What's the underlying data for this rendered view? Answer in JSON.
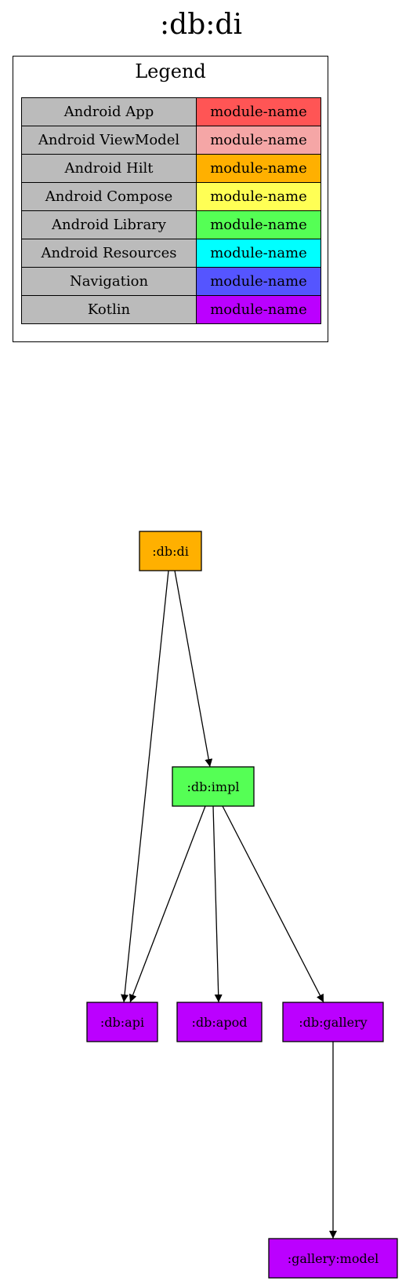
{
  "title": ":db:di",
  "legend": {
    "title": "Legend",
    "rows": [
      {
        "kind": "Android App",
        "label": "module-name",
        "color": "#ff5555"
      },
      {
        "kind": "Android ViewModel",
        "label": "module-name",
        "color": "#f5a6a6"
      },
      {
        "kind": "Android Hilt",
        "label": "module-name",
        "color": "#ffb000"
      },
      {
        "kind": "Android Compose",
        "label": "module-name",
        "color": "#ffff55"
      },
      {
        "kind": "Android Library",
        "label": "module-name",
        "color": "#55ff55"
      },
      {
        "kind": "Android Resources",
        "label": "module-name",
        "color": "#00ffff"
      },
      {
        "kind": "Navigation",
        "label": "module-name",
        "color": "#5555ff"
      },
      {
        "kind": "Kotlin",
        "label": "module-name",
        "color": "#bb00ff"
      }
    ]
  },
  "graph": {
    "nodes": [
      {
        "id": "db-di",
        "label": ":db:di",
        "color": "#ffb000"
      },
      {
        "id": "db-impl",
        "label": ":db:impl",
        "color": "#55ff55"
      },
      {
        "id": "db-api",
        "label": ":db:api",
        "color": "#bb00ff"
      },
      {
        "id": "db-apod",
        "label": ":db:apod",
        "color": "#bb00ff"
      },
      {
        "id": "db-gallery",
        "label": ":db:gallery",
        "color": "#bb00ff"
      },
      {
        "id": "gallery-model",
        "label": ":gallery:model",
        "color": "#bb00ff"
      }
    ],
    "edges": [
      {
        "from": "db-di",
        "to": "db-api"
      },
      {
        "from": "db-di",
        "to": "db-impl"
      },
      {
        "from": "db-impl",
        "to": "db-api"
      },
      {
        "from": "db-impl",
        "to": "db-apod"
      },
      {
        "from": "db-impl",
        "to": "db-gallery"
      },
      {
        "from": "db-gallery",
        "to": "gallery-model"
      }
    ]
  }
}
